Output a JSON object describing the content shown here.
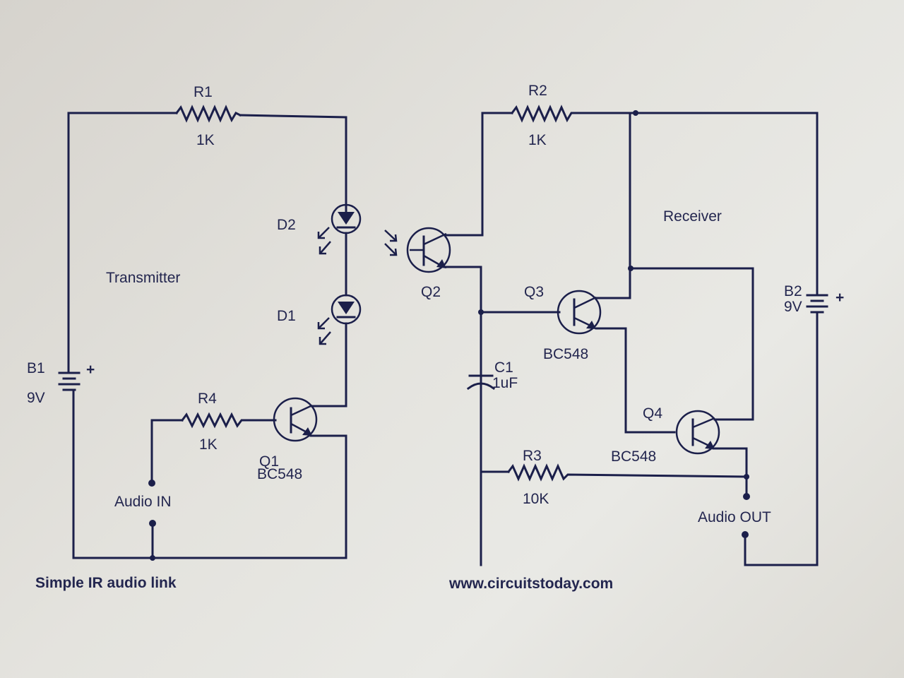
{
  "title": "Simple IR audio link",
  "website": "www.circuitstoday.com",
  "sections": {
    "transmitter": "Transmitter",
    "receiver": "Receiver"
  },
  "components": {
    "R1": {
      "ref": "R1",
      "value": "1K"
    },
    "R2": {
      "ref": "R2",
      "value": "1K"
    },
    "R3": {
      "ref": "R3",
      "value": "10K"
    },
    "R4": {
      "ref": "R4",
      "value": "1K"
    },
    "D1": {
      "ref": "D1",
      "type": "IR LED"
    },
    "D2": {
      "ref": "D2",
      "type": "IR LED"
    },
    "Q1": {
      "ref": "Q1",
      "part": "BC548"
    },
    "Q2": {
      "ref": "Q2",
      "type": "phototransistor"
    },
    "Q3": {
      "ref": "Q3",
      "part": "BC548"
    },
    "Q4": {
      "ref": "Q4",
      "part": "BC548"
    },
    "C1": {
      "ref": "C1",
      "value": "1uF"
    },
    "B1": {
      "ref": "B1",
      "value": "9V",
      "polarity": "+"
    },
    "B2": {
      "ref": "B2",
      "value": "9V",
      "polarity": "+"
    }
  },
  "terminals": {
    "audio_in": "Audio IN",
    "audio_out": "Audio OUT"
  },
  "colors": {
    "ink": "#1b1f4a",
    "background": "#e4e3de"
  }
}
